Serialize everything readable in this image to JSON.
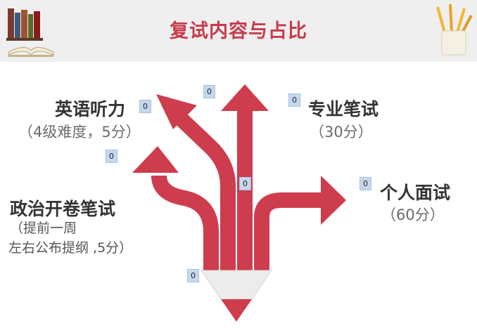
{
  "title": "复试内容与占比",
  "items": {
    "listening": {
      "label": "英语听力",
      "detail": "（4级难度，5分）"
    },
    "professional": {
      "label": "专业笔试",
      "detail": "（30分）"
    },
    "interview": {
      "label": "个人面试",
      "detail": "（60分）"
    },
    "politics": {
      "label": "政治开卷笔试",
      "detail_line1": "（提前一周",
      "detail_line2": "左右公布提纲 ,5分）"
    }
  },
  "badges": [
    "0",
    "0",
    "0",
    "0",
    "0",
    "0",
    "0"
  ],
  "colors": {
    "arrow": "#cd3d4d",
    "title": "#c93a4a",
    "header_bg": "#efefef",
    "badge_bg": "#c5d8ef"
  },
  "icons": [
    "books-icon",
    "pencil-cup-icon"
  ]
}
